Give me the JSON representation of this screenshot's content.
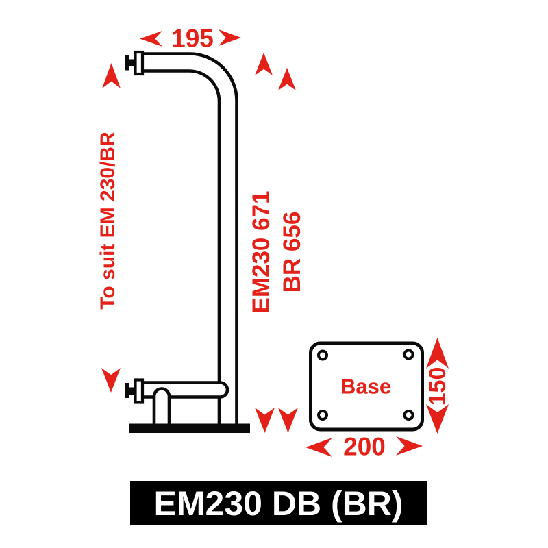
{
  "colors": {
    "accent_red": "#e32119",
    "line_black": "#0a0a0a",
    "title_bg": "#000000",
    "title_fg": "#ffffff",
    "canvas_bg": "#ffffff"
  },
  "icons": {
    "dimension_arrow_up": "solid red dart pointing up",
    "dimension_arrow_down": "solid red dart pointing down",
    "dimension_arrow_left": "solid red dart pointing left",
    "dimension_arrow_right": "solid red dart pointing right"
  },
  "diagram": {
    "dim_top_width": "195",
    "side_note": "To suit EM 230/BR",
    "pole_dim_line1": "EM230 671",
    "pole_dim_line2": "BR 656",
    "base": {
      "label": "Base",
      "dim_height": "150",
      "dim_width": "200"
    }
  },
  "title_bar": {
    "title": "EM230 DB (BR)"
  }
}
